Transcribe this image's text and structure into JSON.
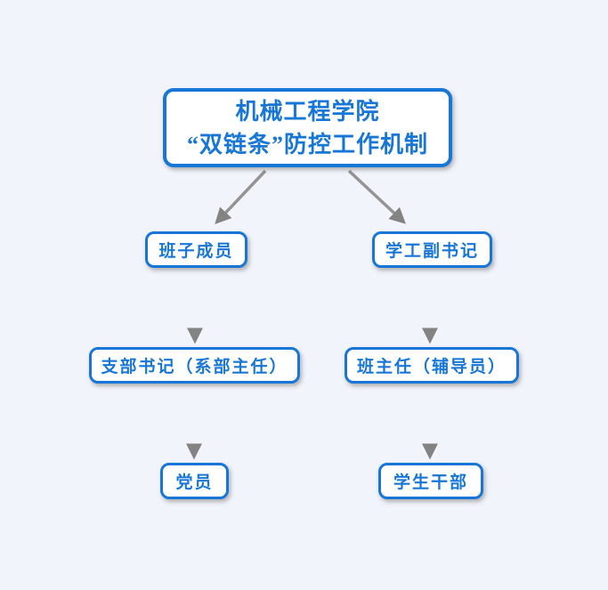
{
  "diagram": {
    "title": {
      "line1": "机械工程学院",
      "line2": "“双链条”防控工作机制"
    },
    "nodes": {
      "left_level2": "班子成员",
      "right_level2": "学工副书记",
      "left_level3": "支部书记（系部主任）",
      "right_level3": "班主任（辅导员）",
      "left_level4": "党员",
      "right_level4": "学生干部"
    },
    "colors": {
      "accent_blue": "#1876d6",
      "arrow_gray": "#8c8c8c",
      "background": "#f1f4fb",
      "node_fill": "#ffffff"
    }
  }
}
